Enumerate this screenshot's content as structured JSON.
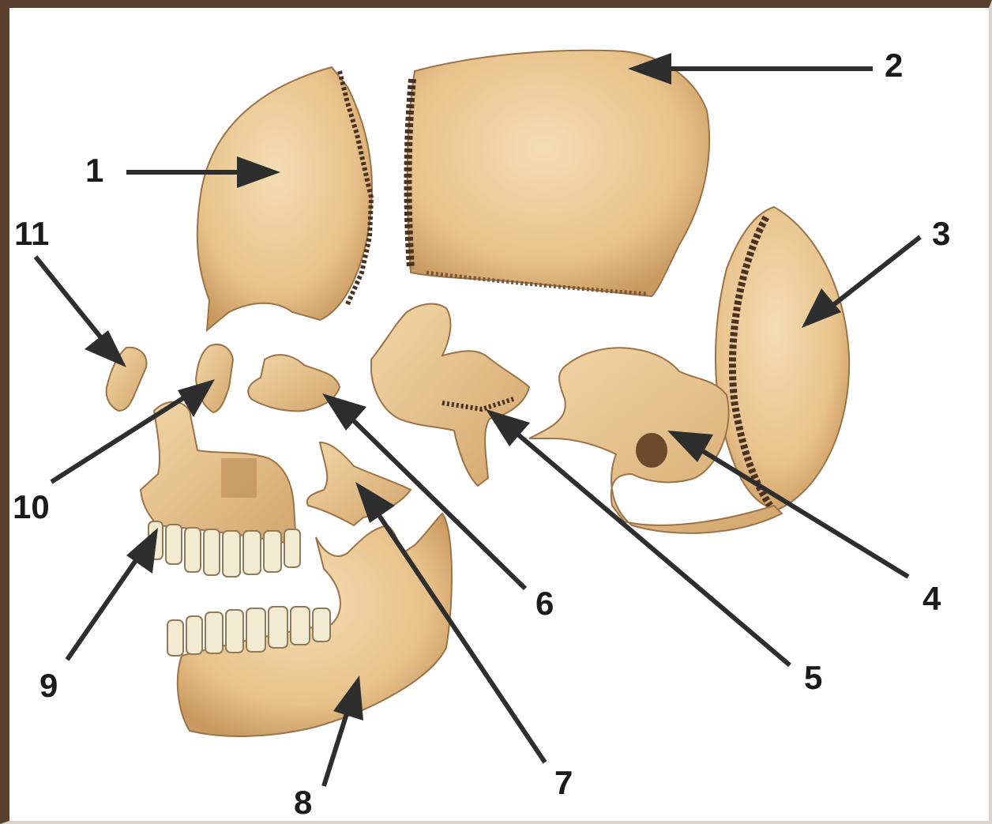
{
  "diagram": {
    "labels": [
      {
        "id": "1",
        "text": "1"
      },
      {
        "id": "2",
        "text": "2"
      },
      {
        "id": "3",
        "text": "3"
      },
      {
        "id": "4",
        "text": "4"
      },
      {
        "id": "5",
        "text": "5"
      },
      {
        "id": "6",
        "text": "6"
      },
      {
        "id": "7",
        "text": "7"
      },
      {
        "id": "8",
        "text": "8"
      },
      {
        "id": "9",
        "text": "9"
      },
      {
        "id": "10",
        "text": "10"
      },
      {
        "id": "11",
        "text": "11"
      }
    ],
    "colors": {
      "bone": "#e9c48e",
      "bone_light": "#f2d9ad",
      "bone_shadow": "#b98a57",
      "suture": "#4a3220",
      "tooth": "#f3ead2",
      "arrow": "#2e2e2e",
      "frame": "#5a3f2c"
    }
  }
}
